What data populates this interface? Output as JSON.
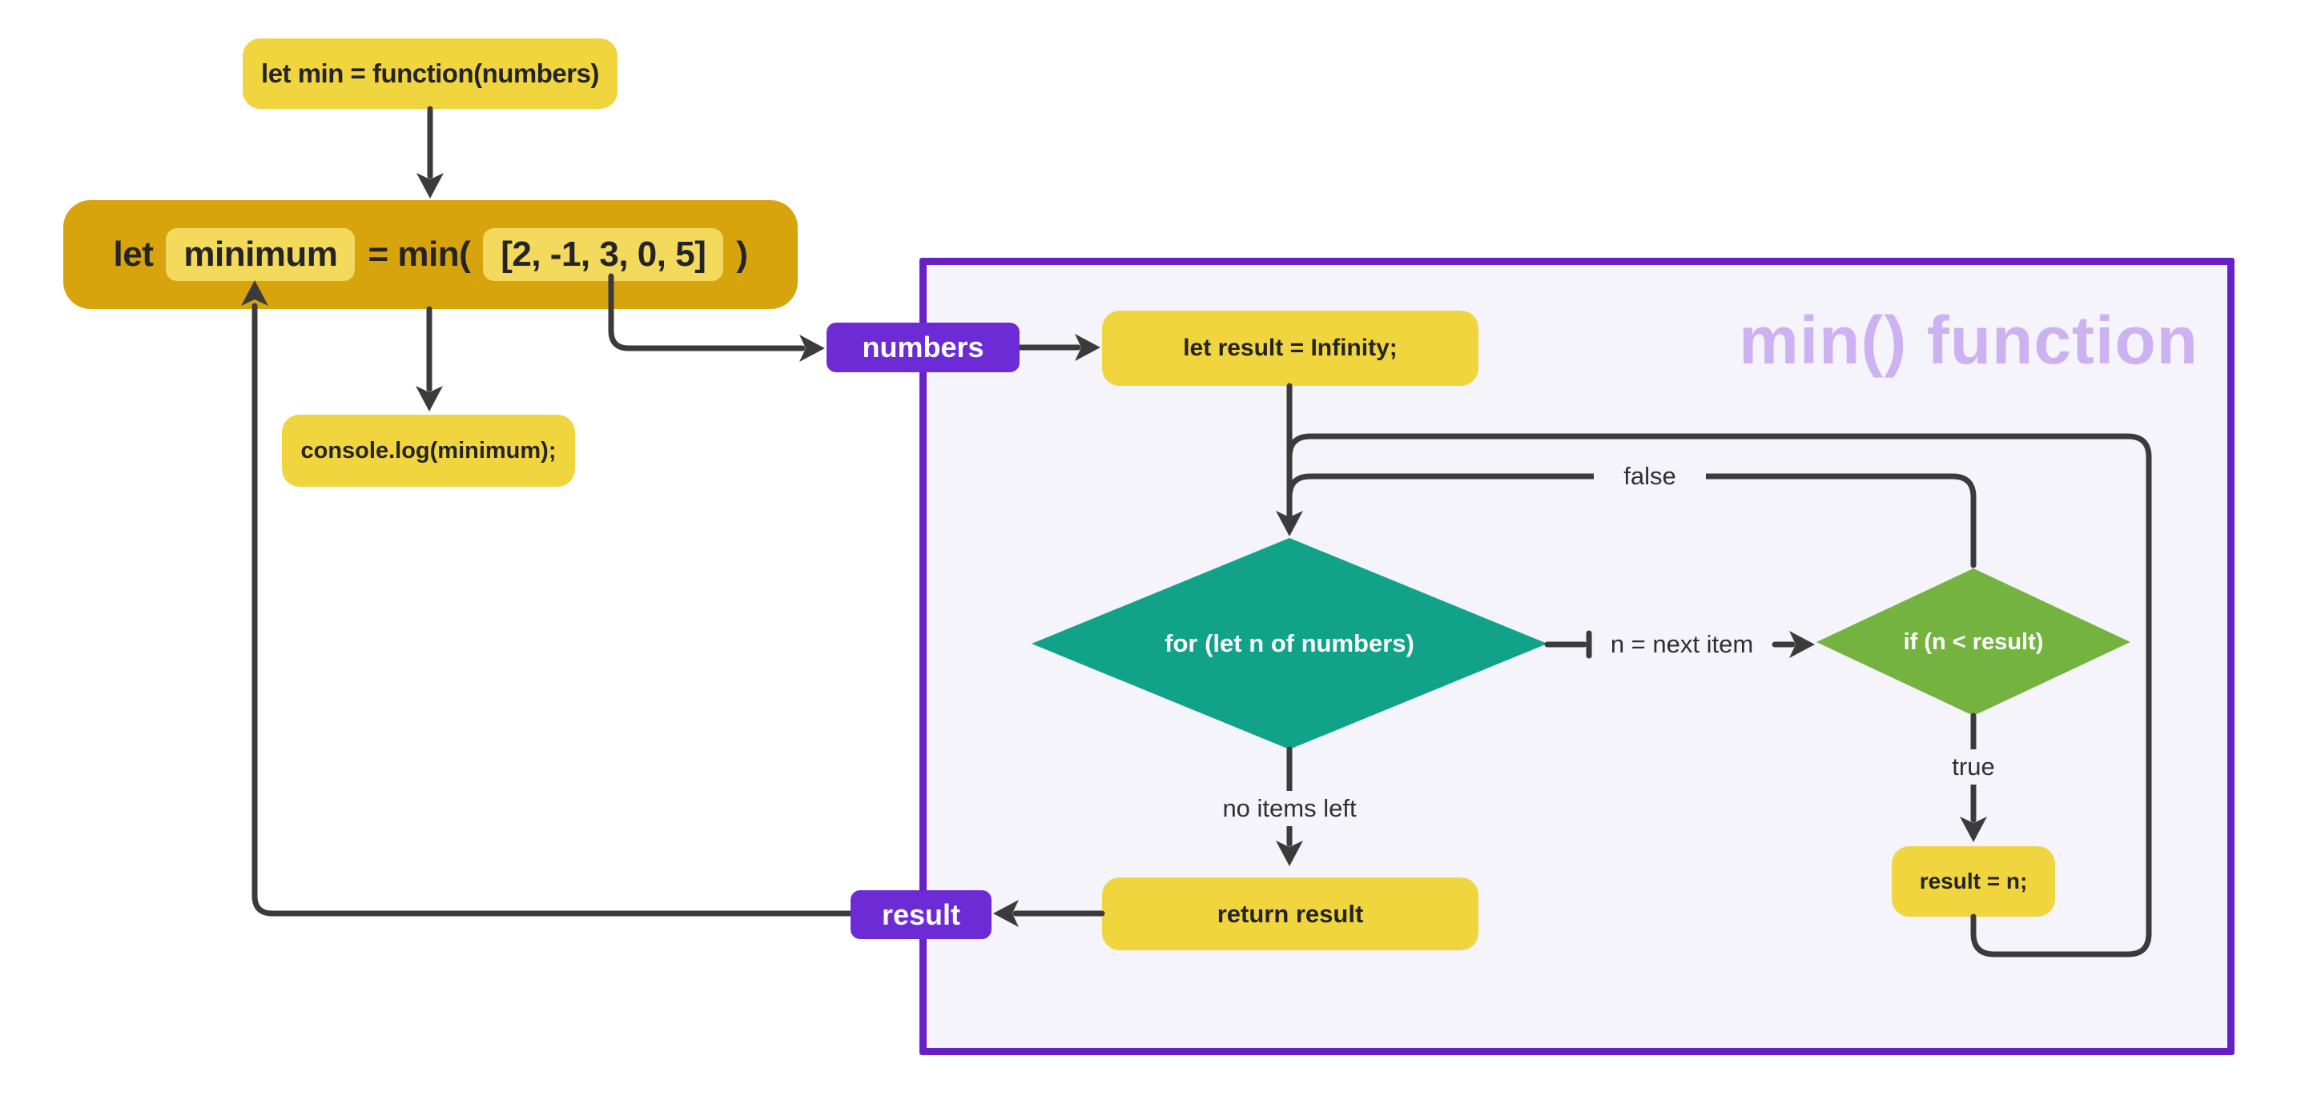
{
  "colors": {
    "page_bg": "#ffffff",
    "yellow": "#F1D53F",
    "gold": "#D8A40E",
    "pill_yellow": "#F3D95C",
    "purple": "#6D2BD6",
    "border_purple": "#671FC6",
    "panel_bg": "#F6F4FB",
    "title_lavender": "#CDB2F2",
    "teal": "#11A389",
    "green": "#74B33F",
    "line": "#3B3B3B",
    "text_dark": "#242424",
    "label_text": "#303030",
    "text_light": "#ffffff"
  },
  "panel": {
    "title": "min() function"
  },
  "nodes": {
    "fn_box": {
      "label": "let min = function(numbers)"
    },
    "call_box": {
      "prefix": "let",
      "variable": "minimum",
      "operator": "= min(",
      "argument": "[2, -1, 3, 0, 5]",
      "suffix": ")"
    },
    "log_box": {
      "label": "console.log(minimum);"
    },
    "numbers_badge": {
      "label": "numbers"
    },
    "result_badge": {
      "label": "result"
    },
    "infinity_box": {
      "label": "let result = Infinity;"
    },
    "for_diamond": {
      "label": "for (let n of numbers)"
    },
    "if_diamond": {
      "label": "if (n < result)"
    },
    "result_n_box": {
      "label": "result = n;"
    },
    "return_box": {
      "label": "return result"
    }
  },
  "edge_labels": {
    "false_label": "false",
    "true_label": "true",
    "next_item": "n = next item",
    "no_items": "no items left"
  }
}
